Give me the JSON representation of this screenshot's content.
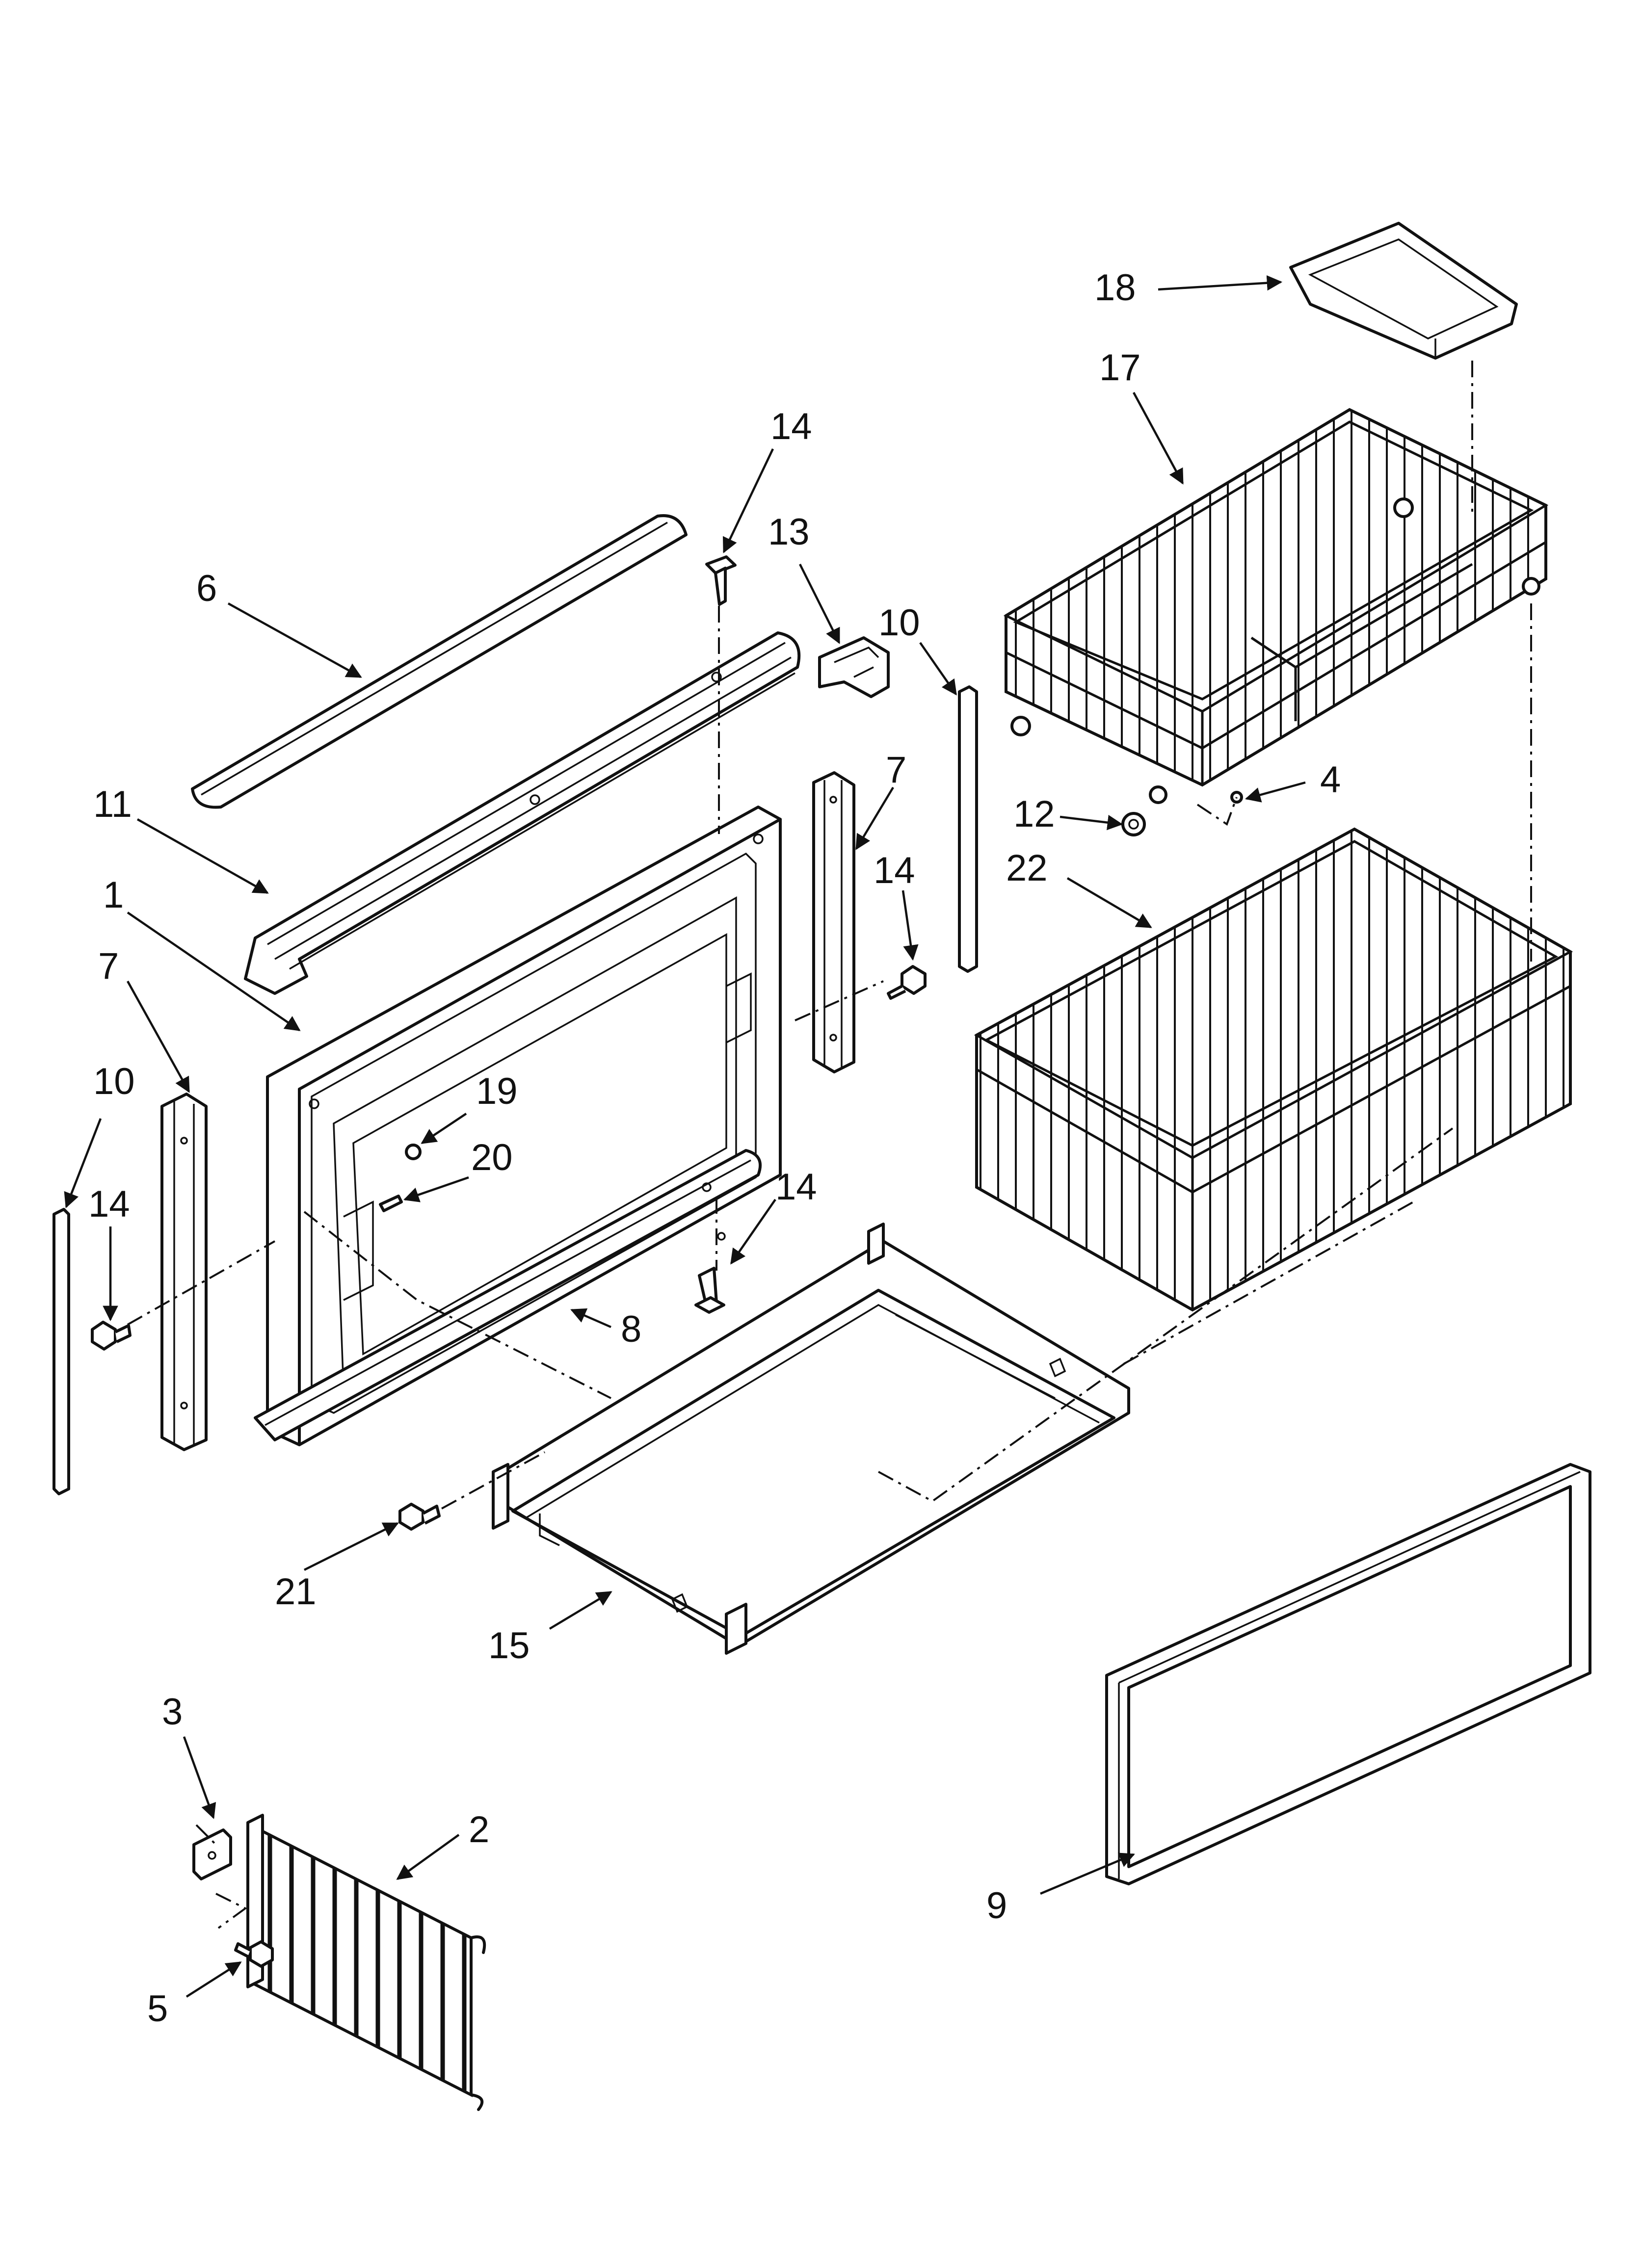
{
  "callouts": {
    "c1": "1",
    "c2": "2",
    "c3": "3",
    "c4": "4",
    "c5": "5",
    "c6": "6",
    "c7a": "7",
    "c7b": "7",
    "c8": "8",
    "c9": "9",
    "c10a": "10",
    "c10b": "10",
    "c11": "11",
    "c12": "12",
    "c13": "13",
    "c14a": "14",
    "c14b": "14",
    "c14c": "14",
    "c14d": "14",
    "c15": "15",
    "c17": "17",
    "c18": "18",
    "c19": "19",
    "c20": "20",
    "c21": "21",
    "c22": "22"
  }
}
